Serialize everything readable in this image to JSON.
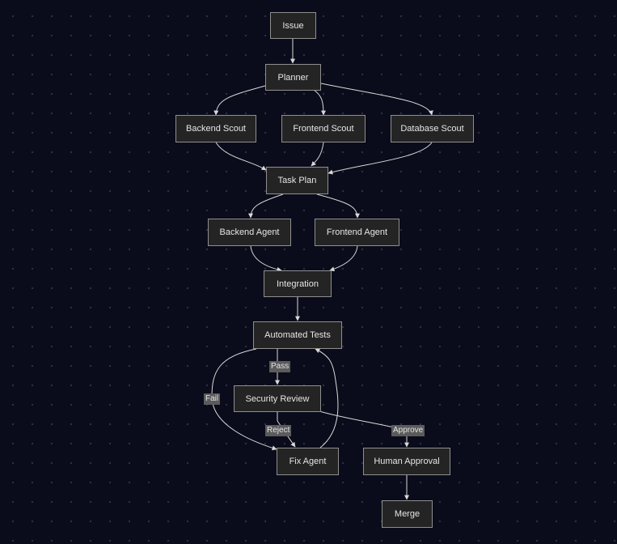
{
  "nodes": {
    "issue": "Issue",
    "planner": "Planner",
    "backend_scout": "Backend Scout",
    "frontend_scout": "Frontend Scout",
    "database_scout": "Database Scout",
    "task_plan": "Task Plan",
    "backend_agent": "Backend Agent",
    "frontend_agent": "Frontend Agent",
    "integration": "Integration",
    "automated_tests": "Automated Tests",
    "security_review": "Security Review",
    "fix_agent": "Fix Agent",
    "human_approval": "Human Approval",
    "merge": "Merge"
  },
  "edge_labels": {
    "pass": "Pass",
    "fail": "Fail",
    "reject": "Reject",
    "approve": "Approve"
  },
  "colors": {
    "background": "#0a0c1b",
    "node_fill": "#242424",
    "node_border": "#8f8f8f",
    "edge": "#d9d9d9",
    "edge_label_bg": "#5b5b5b"
  }
}
